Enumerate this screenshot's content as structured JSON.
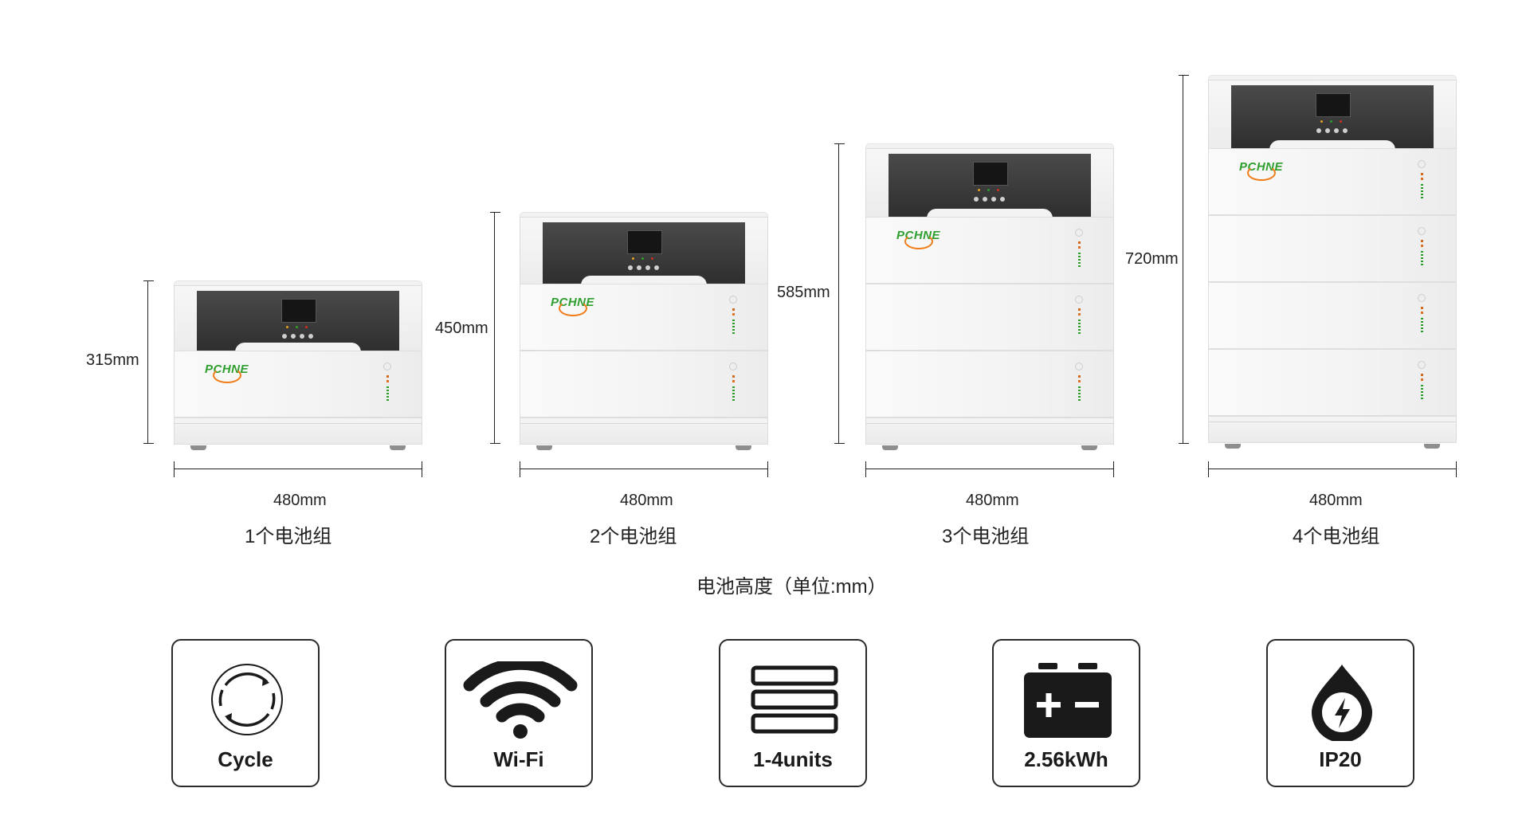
{
  "brand": "PCHNE",
  "colors": {
    "brand_green": "#2e9e2e",
    "brand_orange": "#f07d1a",
    "inverter_dark": "#333333",
    "line": "#222222"
  },
  "units": [
    {
      "modules": 1,
      "height_label": "315mm",
      "width_label": "480mm",
      "caption": "1个电池组"
    },
    {
      "modules": 2,
      "height_label": "450mm",
      "width_label": "480mm",
      "caption": "2个电池组"
    },
    {
      "modules": 3,
      "height_label": "585mm",
      "width_label": "480mm",
      "caption": "3个电池组"
    },
    {
      "modules": 4,
      "height_label": "720mm",
      "width_label": "480mm",
      "caption": "4个电池组"
    }
  ],
  "diagram_title": "电池高度（单位:mm）",
  "features": [
    {
      "icon": "cycle-icon",
      "label": "Cycle"
    },
    {
      "icon": "wifi-icon",
      "label": "Wi-Fi"
    },
    {
      "icon": "stack-icon",
      "label": "1-4units"
    },
    {
      "icon": "battery-icon",
      "label": "2.56kWh"
    },
    {
      "icon": "ip-drop-icon",
      "label": "IP20"
    }
  ]
}
